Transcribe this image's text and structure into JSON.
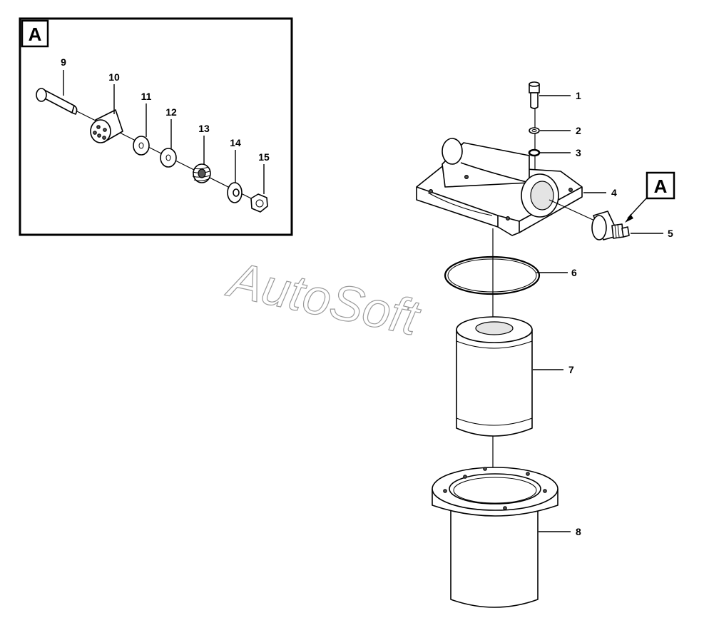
{
  "detail_box": {
    "label": "A",
    "callouts": [
      "9",
      "10",
      "11",
      "12",
      "13",
      "14",
      "15"
    ]
  },
  "main": {
    "callouts": [
      "1",
      "2",
      "3",
      "4",
      "5",
      "6",
      "7",
      "8"
    ],
    "detail_reference": "A"
  },
  "watermark": "AutoSoft"
}
